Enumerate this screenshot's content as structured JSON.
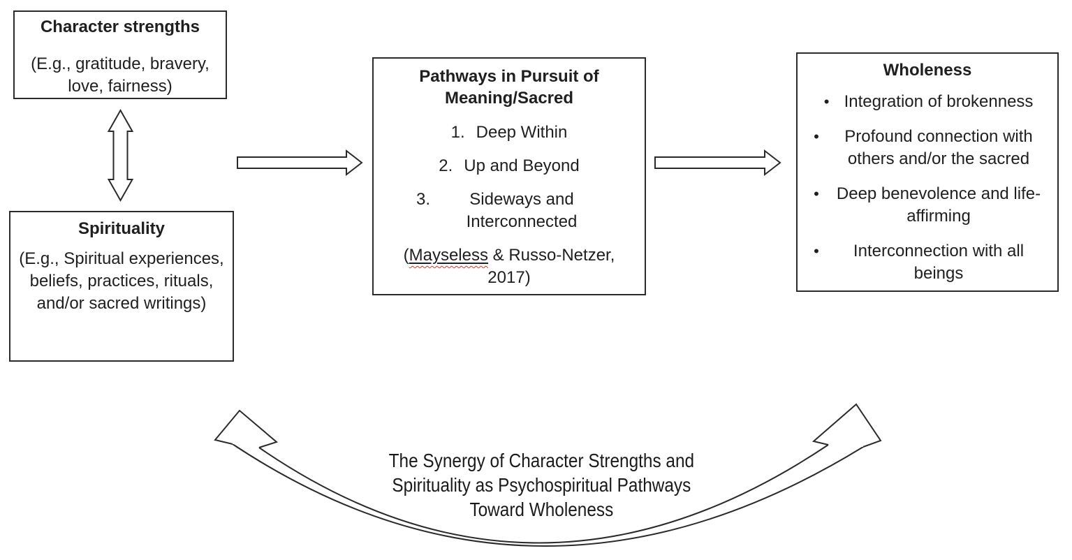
{
  "boxes": {
    "character": {
      "title": "Character strengths",
      "body": "(E.g., gratitude, bravery, love, fairness)"
    },
    "spirituality": {
      "title": "Spirituality",
      "body": "(E.g., Spiritual experiences, beliefs, practices, rituals, and/or sacred writings)"
    },
    "pathways": {
      "title": "Pathways in Pursuit of Meaning/Sacred",
      "items": [
        {
          "num": "1.",
          "text": "Deep Within"
        },
        {
          "num": "2.",
          "text": "Up and Beyond"
        },
        {
          "num": "3.",
          "text": "Sideways and Interconnected"
        }
      ],
      "reference": {
        "open": "(",
        "misspelled_word": "Mayseless",
        "rest": " & Russo-Netzer,",
        "line2": "2017)"
      }
    },
    "wholeness": {
      "title": "Wholeness",
      "bullets": [
        "Integration of brokenness",
        "Profound connection with others and/or the sacred",
        "Deep benevolence and life-affirming",
        "Interconnection with all beings"
      ]
    }
  },
  "caption": {
    "line1": "The Synergy of Character Strengths and",
    "line2": "Spirituality as Psychospiritual Pathways",
    "line3": "Toward Wholeness"
  },
  "icons": {
    "bullet": "•"
  },
  "colors": {
    "text": "#1f1f1f",
    "box_border": "#2b2b2b",
    "arrow_outline": "#2a2a2a",
    "spellcheck_wave": "#e8321e",
    "background": "#ffffff"
  }
}
